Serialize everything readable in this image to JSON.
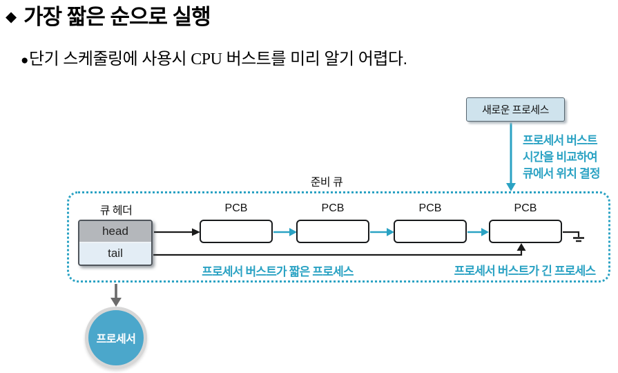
{
  "title": {
    "icon": "◆",
    "text": "가장 짧은 순으로 실행"
  },
  "bullet": {
    "marker": "●",
    "pre": "단기 스케줄링에 사용시 ",
    "acronym": "CPU",
    "post": " 버스트를 미리 알기 어렵다."
  },
  "diagram": {
    "new_process_label": "새로운 프로세스",
    "annotation_lines": [
      "프로세서 버스트",
      "시간을 비교하여",
      "큐에서 위치 결정"
    ],
    "ready_queue_label": "준비 큐",
    "queue_header_label": "큐 헤더",
    "head_label": "head",
    "tail_label": "tail",
    "pcb_label": "PCB",
    "short_burst_caption": "프로세서 버스트가 짧은 프로세스",
    "long_burst_caption": "프로세서 버스트가 긴 프로세스",
    "processor_label": "프로세서",
    "colors": {
      "teal": "#2aa2c3",
      "new_process_fill": "#cfe3ed",
      "head_fill": "#b4b7bb",
      "tail_fill": "#e3edf5",
      "processor_fill": "#4ba7cb",
      "processor_ring": "#d7d7d7",
      "line_black": "#1a1a1a",
      "arrow_gray": "#6b6b6b"
    }
  }
}
